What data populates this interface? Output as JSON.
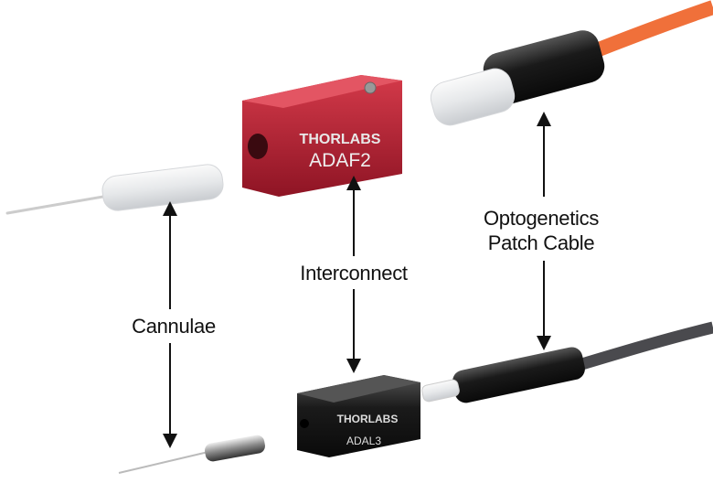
{
  "labels": {
    "cannulae": "Cannulae",
    "interconnect": "Interconnect",
    "patch_cable_line1": "Optogenetics",
    "patch_cable_line2": "Patch Cable"
  },
  "products": {
    "red_adapter": {
      "brand": "THORLABS",
      "model": "ADAF2"
    },
    "black_adapter": {
      "brand": "THORLABS",
      "model": "ADAL3"
    }
  },
  "colors": {
    "red_adapter": "#b01c2e",
    "black_adapter": "#1e1e1e",
    "orange_cable": "#f0703a",
    "gray_cable": "#4a4a4e"
  }
}
